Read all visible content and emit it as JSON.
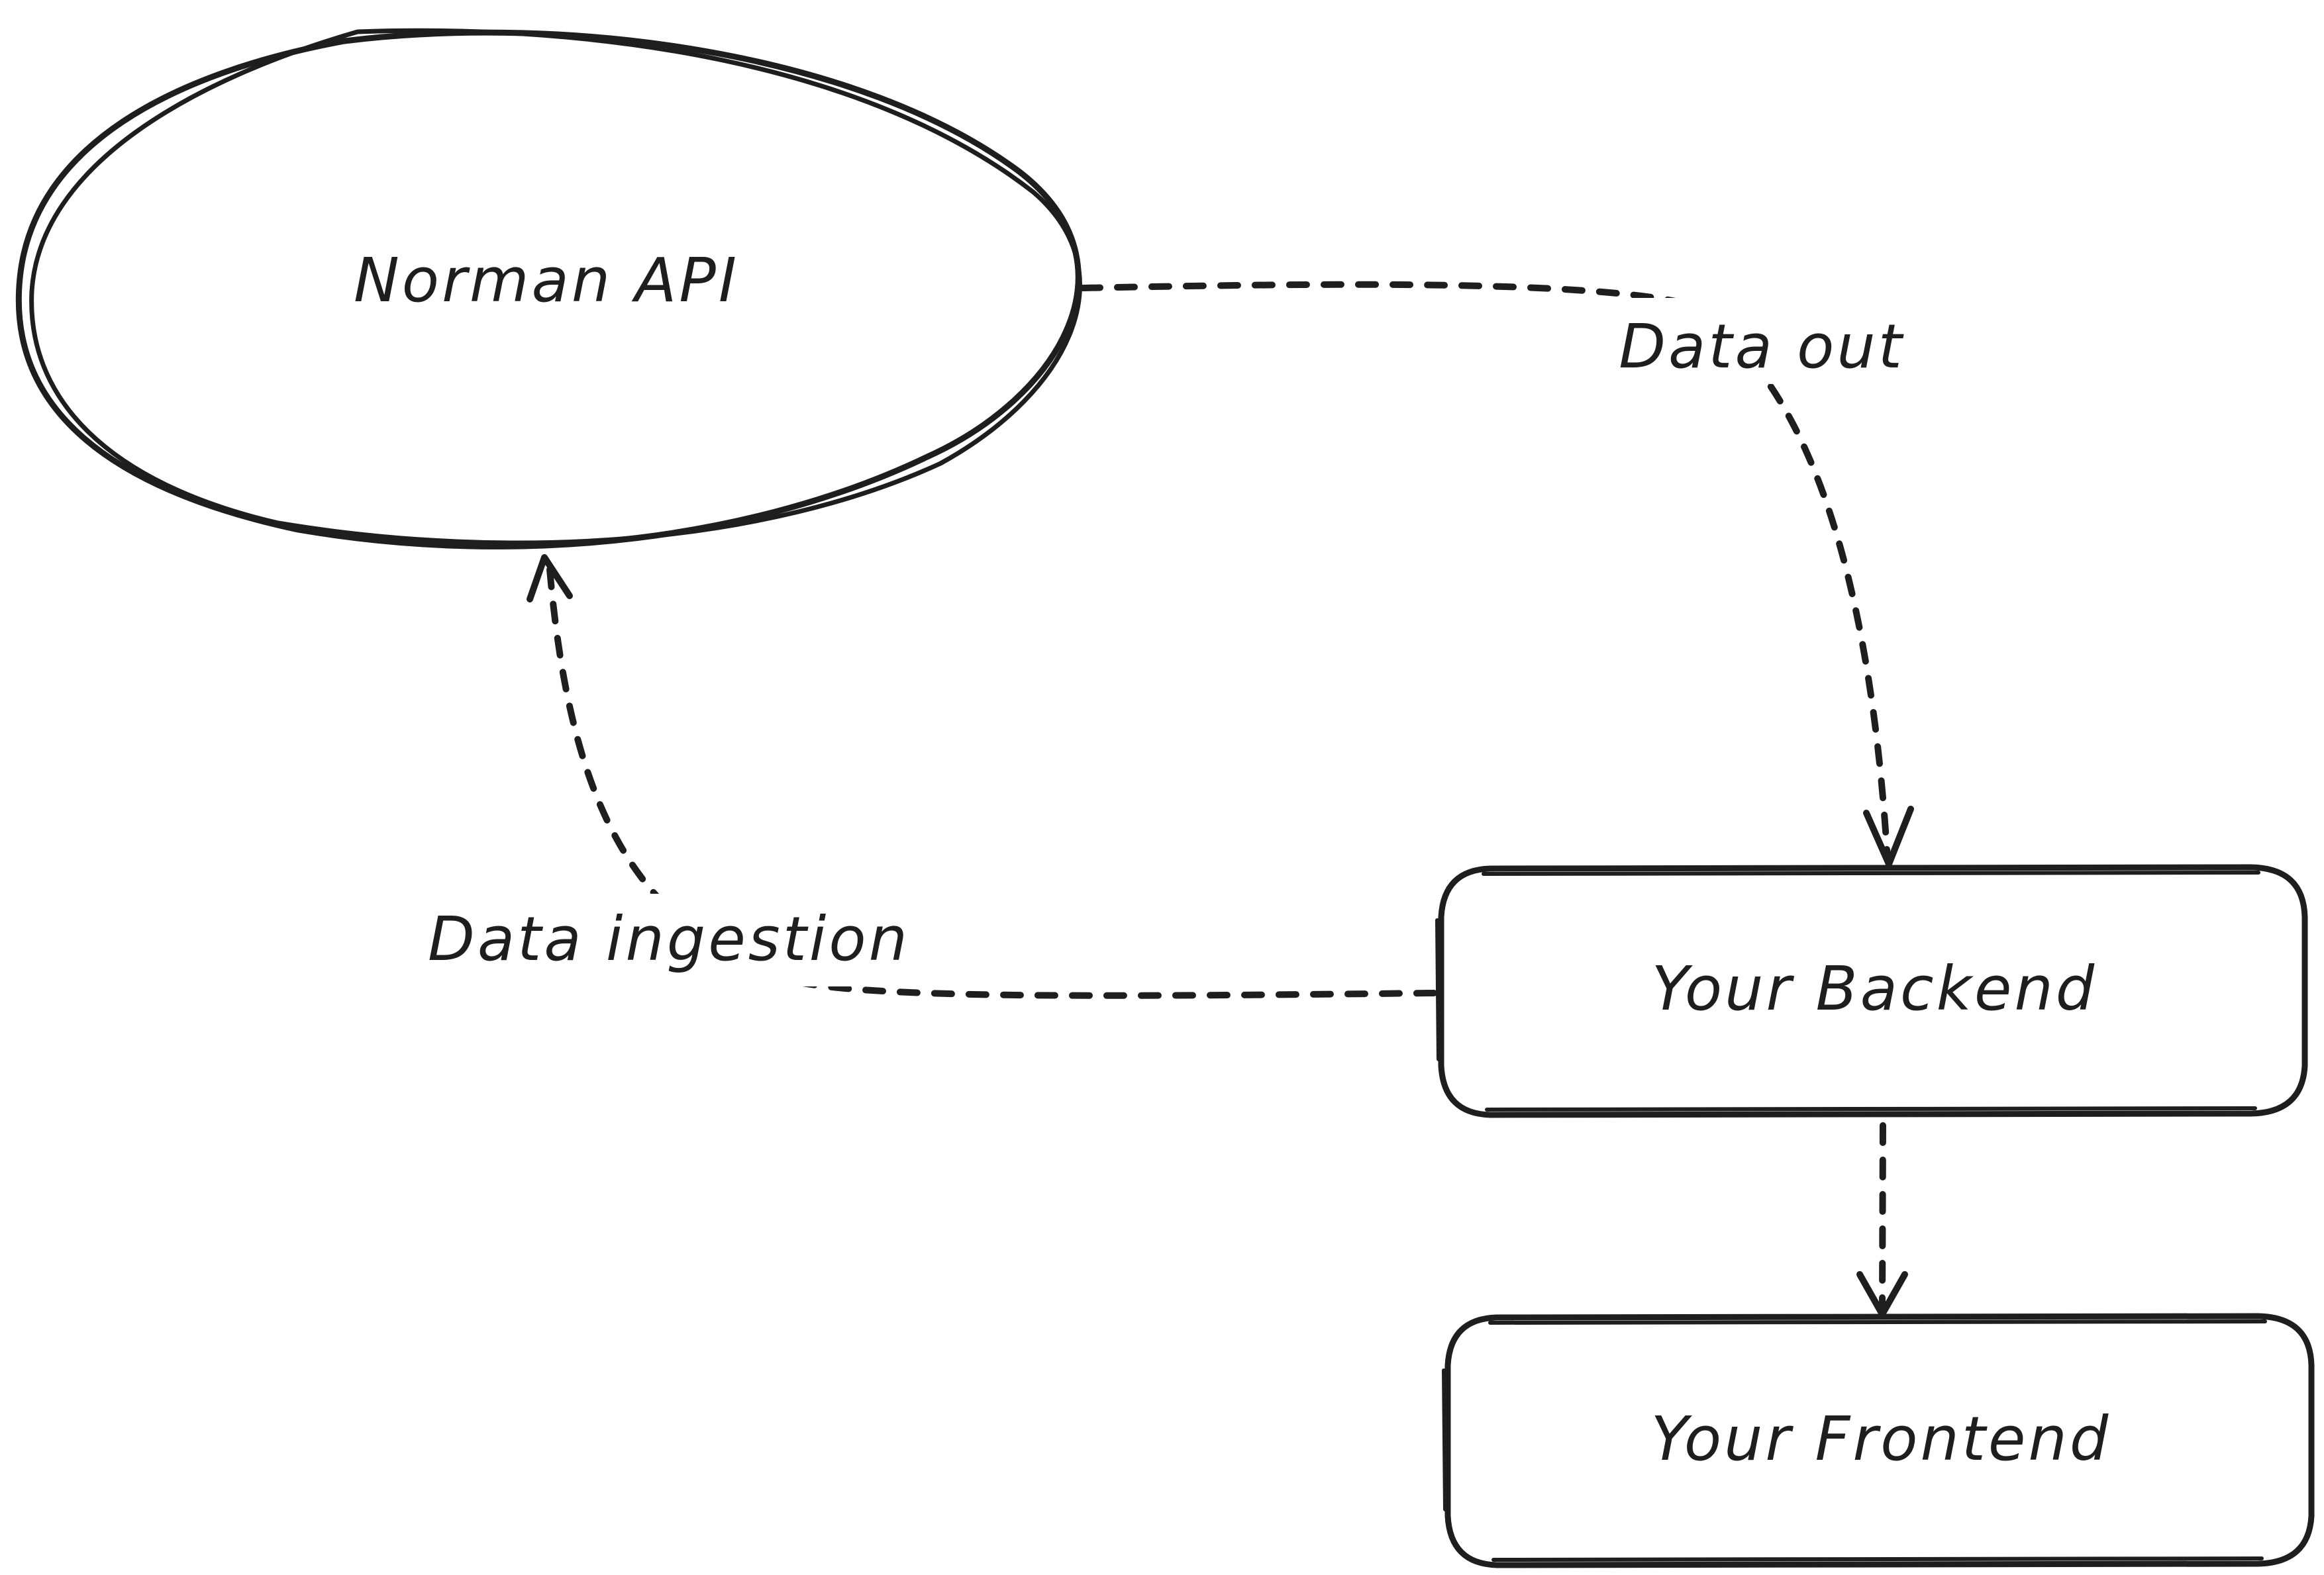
{
  "diagram": {
    "nodes": {
      "norman_api": "Norman API",
      "backend": "Your Backend",
      "frontend": "Your Frontend"
    },
    "edges": {
      "data_out": "Data out",
      "data_ingestion": "Data ingestion"
    }
  },
  "colors": {
    "stroke": "#1e1e1e",
    "background": "#ffffff"
  }
}
